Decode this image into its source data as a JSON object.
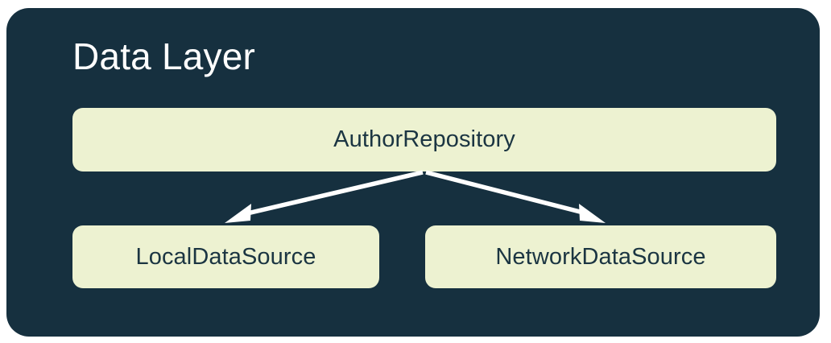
{
  "diagram": {
    "type": "architecture-layer-diagram",
    "title": "Data Layer",
    "colors": {
      "panel_background": "#16303F",
      "node_fill": "#EDF2D1",
      "node_text": "#1B3542",
      "title_text": "#FFFFFF",
      "arrow": "#FFFFFF",
      "page_background": "#FFFFFF"
    },
    "nodes": [
      {
        "id": "author-repository",
        "label": "AuthorRepository",
        "row": 1
      },
      {
        "id": "local-data-source",
        "label": "LocalDataSource",
        "row": 2
      },
      {
        "id": "network-data-source",
        "label": "NetworkDataSource",
        "row": 2
      }
    ],
    "edges": [
      {
        "from": "author-repository",
        "to": "local-data-source",
        "style": "solid-arrow",
        "direction": "down-left"
      },
      {
        "from": "author-repository",
        "to": "network-data-source",
        "style": "solid-arrow",
        "direction": "down-right"
      }
    ]
  }
}
